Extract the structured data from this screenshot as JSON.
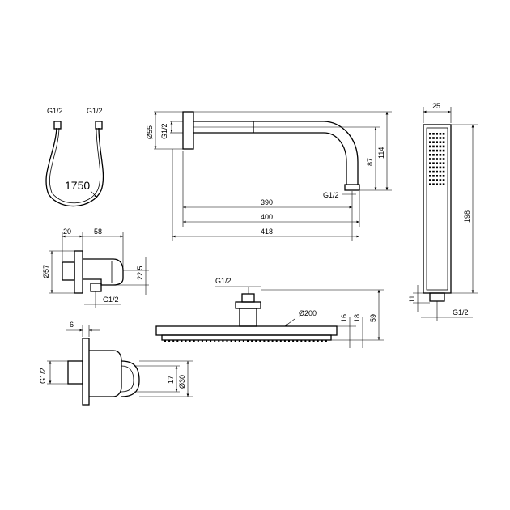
{
  "hose": {
    "thread_left": "G1/2",
    "thread_right": "G1/2",
    "length": "1750"
  },
  "shower_arm": {
    "diameter": "Ø55",
    "thread_wall": "G1/2",
    "height_87": "87",
    "height_114": "114",
    "thread_outlet": "G1/2",
    "length_390": "390",
    "length_400": "400",
    "length_418": "418"
  },
  "wall_outlet": {
    "depth": "20",
    "length": "58",
    "diameter": "Ø57",
    "height": "22.5",
    "thread": "G1/2"
  },
  "head_shower": {
    "thread": "G1/2",
    "diameter": "Ø200",
    "height_16": "16",
    "height_18": "18",
    "height_59": "59"
  },
  "hand_shower": {
    "width": "25",
    "length": "198",
    "connector": "11",
    "thread": "G1/2"
  },
  "holder": {
    "depth": "6",
    "thread": "G1/2",
    "height": "17",
    "diameter": "Ø30"
  }
}
